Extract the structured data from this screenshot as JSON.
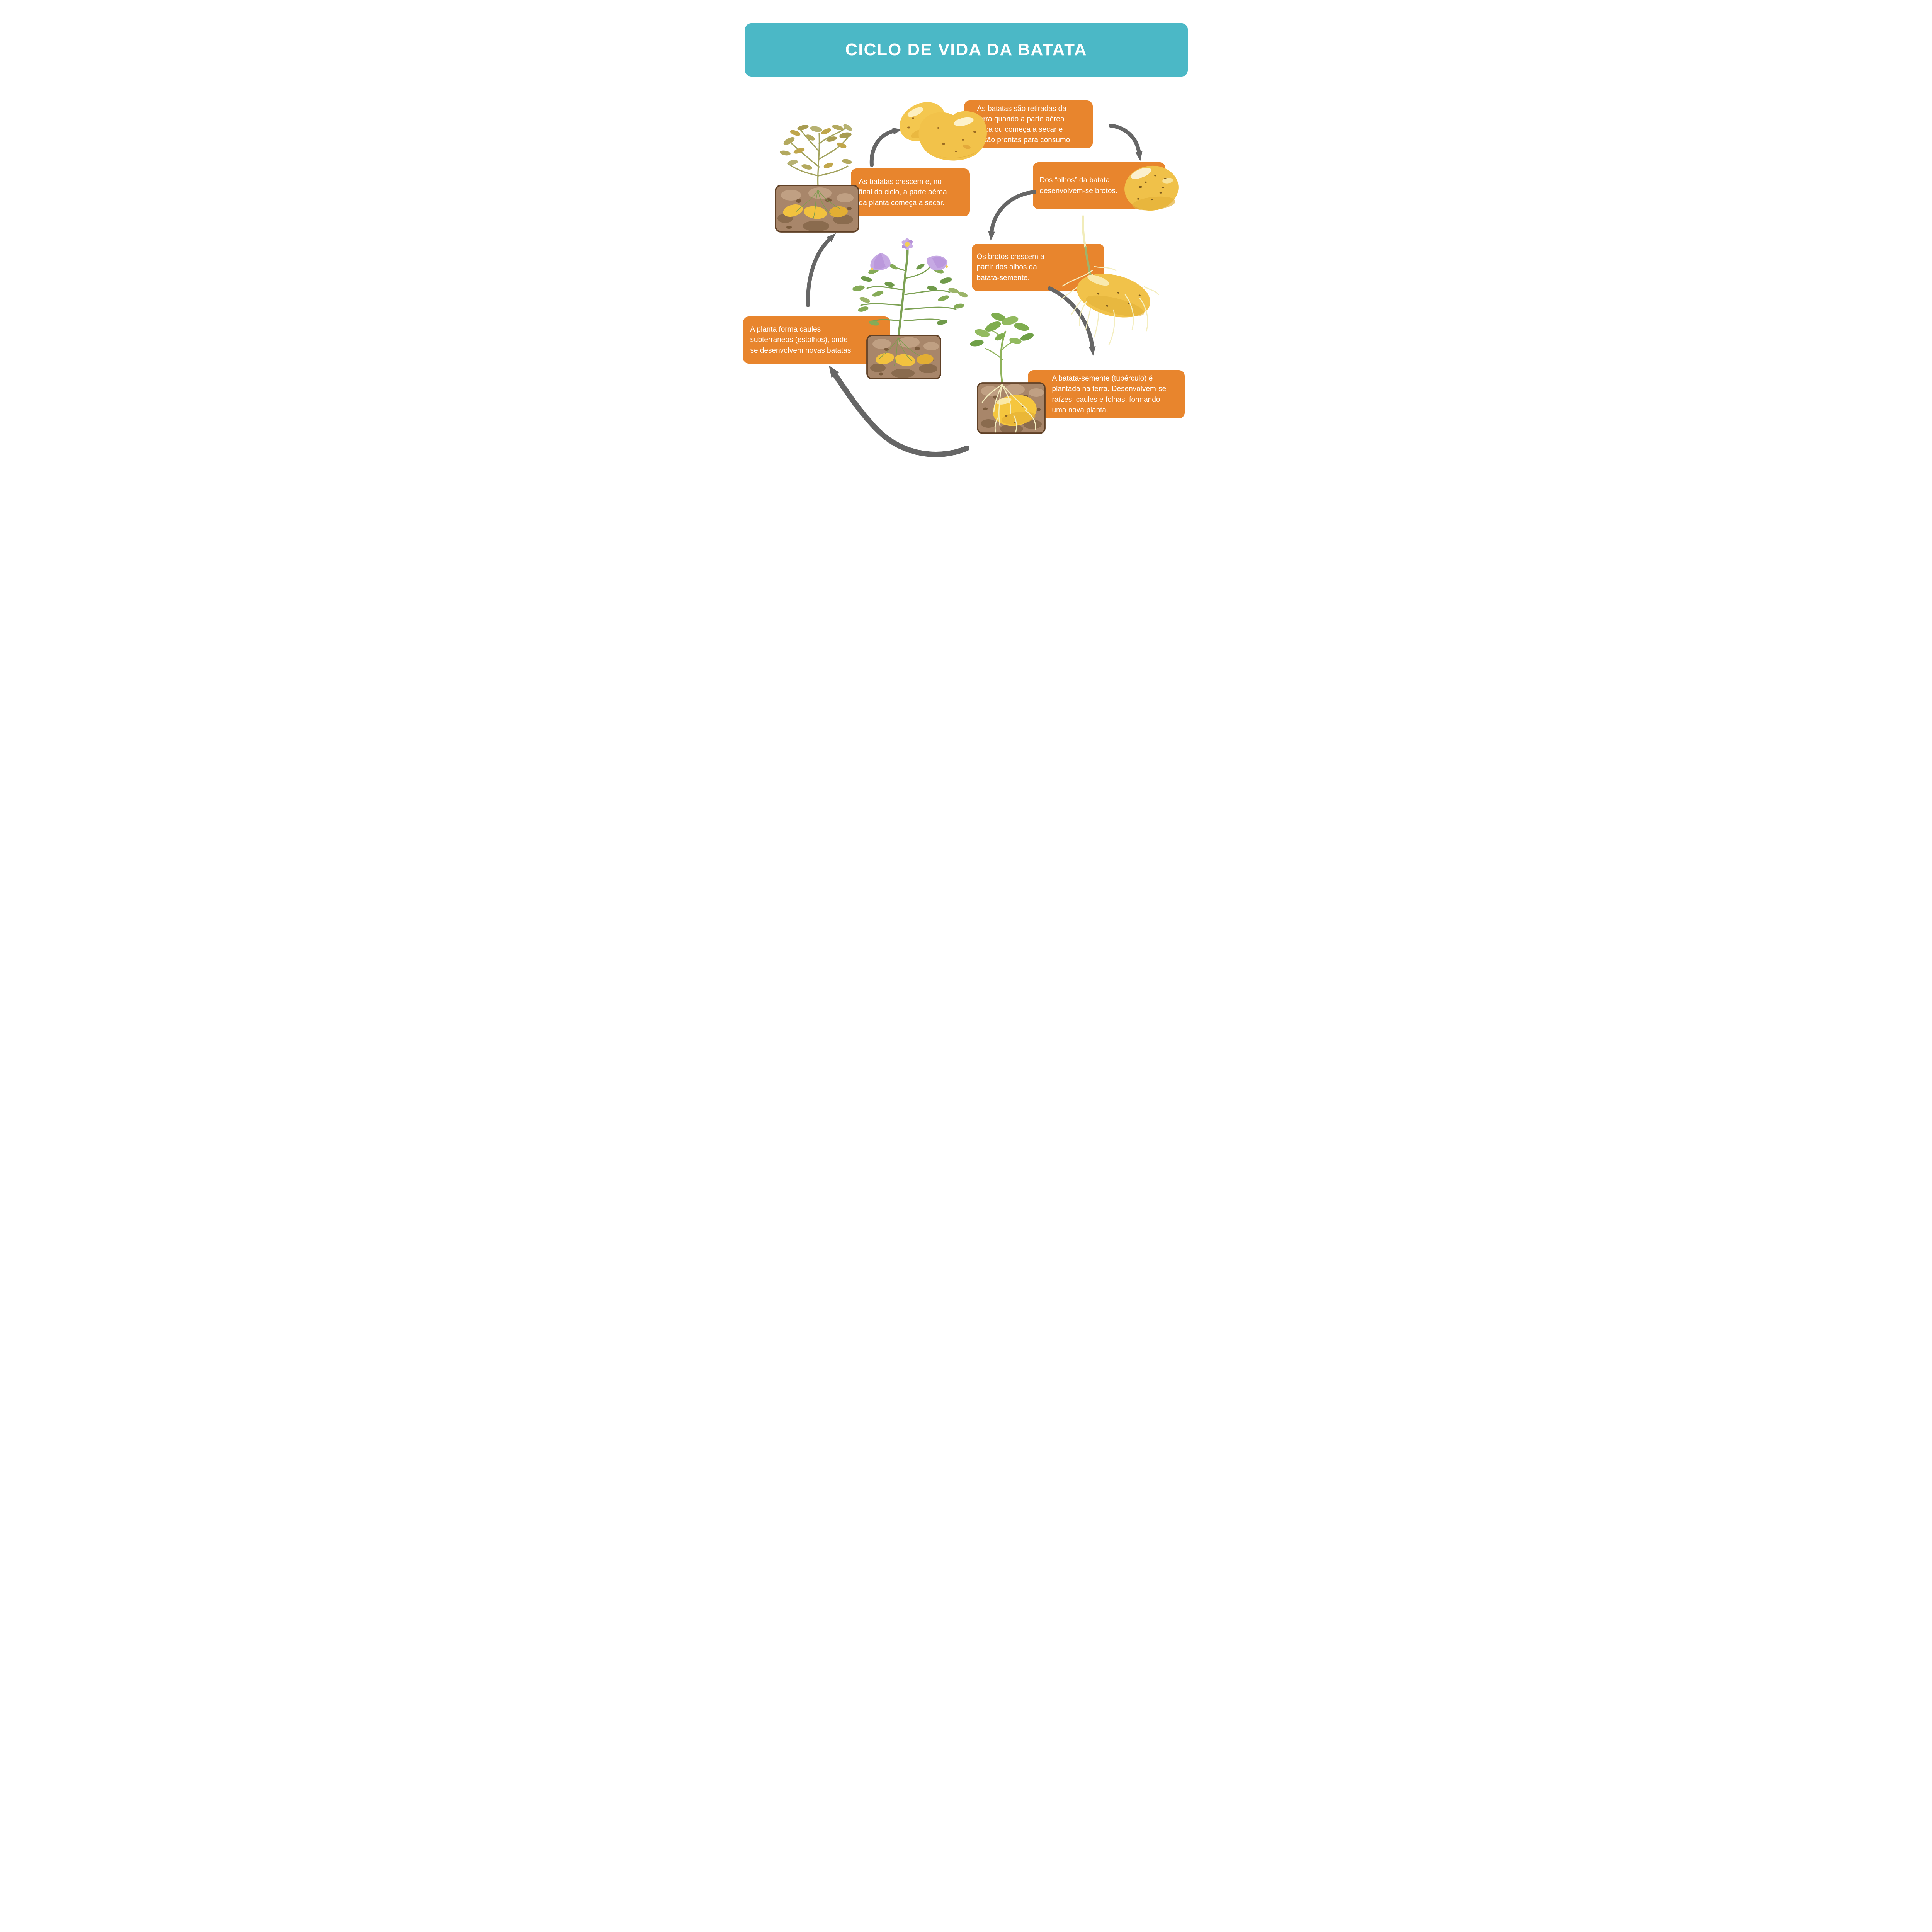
{
  "header": {
    "title": "CICLO DE VIDA DA BATATA"
  },
  "steps": {
    "harvest": {
      "text": "As batatas são retiradas da\nterra quando a parte aérea\nseca ou começa a secar e\nestão prontas para consumo."
    },
    "olhos": {
      "text": "Dos “olhos” da batata\ndesenvolvem-se brotos."
    },
    "brotos": {
      "text": "Os brotos crescem a\npartir dos olhos da\nbatata-semente."
    },
    "semente": {
      "text": "A batata-semente (tubérculo) é\nplantada na terra. Desenvolvem-se\nraízes, caules e folhas, formando\numa nova planta."
    },
    "estolhos": {
      "text": "A planta forma caules\nsubterrâneos (estolhos), onde\nse desenvolvem novas batatas."
    },
    "crescem": {
      "text": "As batatas crescem e, no\nfinal do ciclo, a parte aérea\nda planta começa a secar."
    }
  },
  "colors": {
    "banner_teal": "#4BB8C6",
    "box_orange": "#E8852D",
    "arrow_gray": "#666666",
    "potato_yellow": "#F2C44A",
    "potato_shade": "#E2AE37",
    "potato_highlight": "#FBF0CE",
    "soil_brown": "#A8866A",
    "soil_outline": "#5F4026",
    "soil_blotch_light": "#C0A083",
    "soil_blotch_dark": "#7A5B3D",
    "leaf_green": "#85AB57",
    "dried_leaf_olive": "#B3A95F",
    "dried_leaf_mustard": "#C0A64B",
    "flower_purple": "#C8ABE4",
    "flower_center_yellow": "#F2CE57",
    "root_cream": "#F4EEC0",
    "sprout_green": "#9FB46B",
    "text_white": "#FFFFFF"
  },
  "illustrations": {
    "harvested_potatoes": "harvested-potatoes",
    "dried_plant": "dried-potato-plant-in-soil",
    "eye_potato": "seed-potato-with-eyes",
    "sprouted_potato": "sprouted-seed-potato",
    "flowering_plant": "flowering-potato-plant-in-soil",
    "young_plant": "young-potato-plant-in-soil"
  }
}
